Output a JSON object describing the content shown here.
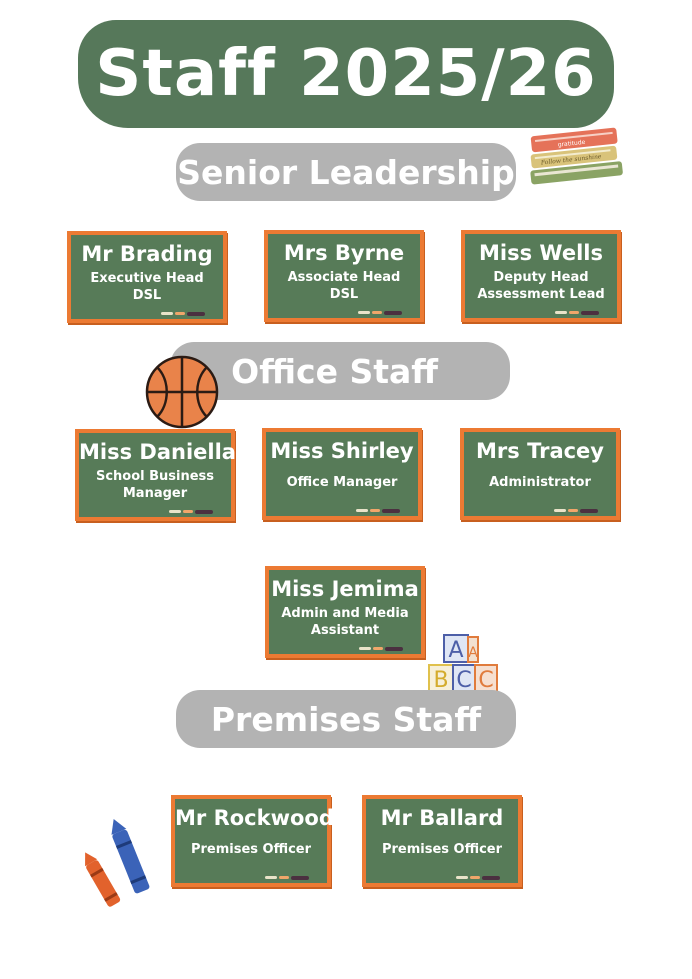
{
  "title": "Staff 2025/26",
  "sections": {
    "senior": "Senior Leadership",
    "office": "Office Staff",
    "premises": "Premises Staff"
  },
  "staff": {
    "brading": {
      "name": "Mr Brading",
      "role1": "Executive Head",
      "role2": "DSL"
    },
    "byrne": {
      "name": "Mrs Byrne",
      "role1": "Associate Head",
      "role2": "DSL"
    },
    "wells": {
      "name": "Miss Wells",
      "role1": "Deputy Head",
      "role2": "Assessment Lead"
    },
    "daniella": {
      "name": "Miss Daniella",
      "role1": "School Business",
      "role2": "Manager"
    },
    "shirley": {
      "name": "Miss Shirley",
      "role1": "Office Manager"
    },
    "tracey": {
      "name": "Mrs Tracey",
      "role1": "Administrator"
    },
    "jemima": {
      "name": "Miss Jemima",
      "role1": "Admin and Media",
      "role2": "Assistant"
    },
    "rockwood": {
      "name": "Mr Rockwood",
      "role1": "Premises Officer"
    },
    "ballard": {
      "name": "Mr Ballard",
      "role1": "Premises Officer"
    }
  },
  "blocks": [
    "A",
    "A",
    "B",
    "C",
    "C"
  ],
  "books": [
    "gratitude",
    "Follow the sunshine"
  ],
  "icons": [
    "books-icon",
    "basketball-icon",
    "abc-blocks-icon",
    "crayons-icon"
  ],
  "colors": {
    "banner": "#56785a",
    "pill": "#b3b3b3",
    "board": "#577b58",
    "board_border": "#ec7a33"
  }
}
